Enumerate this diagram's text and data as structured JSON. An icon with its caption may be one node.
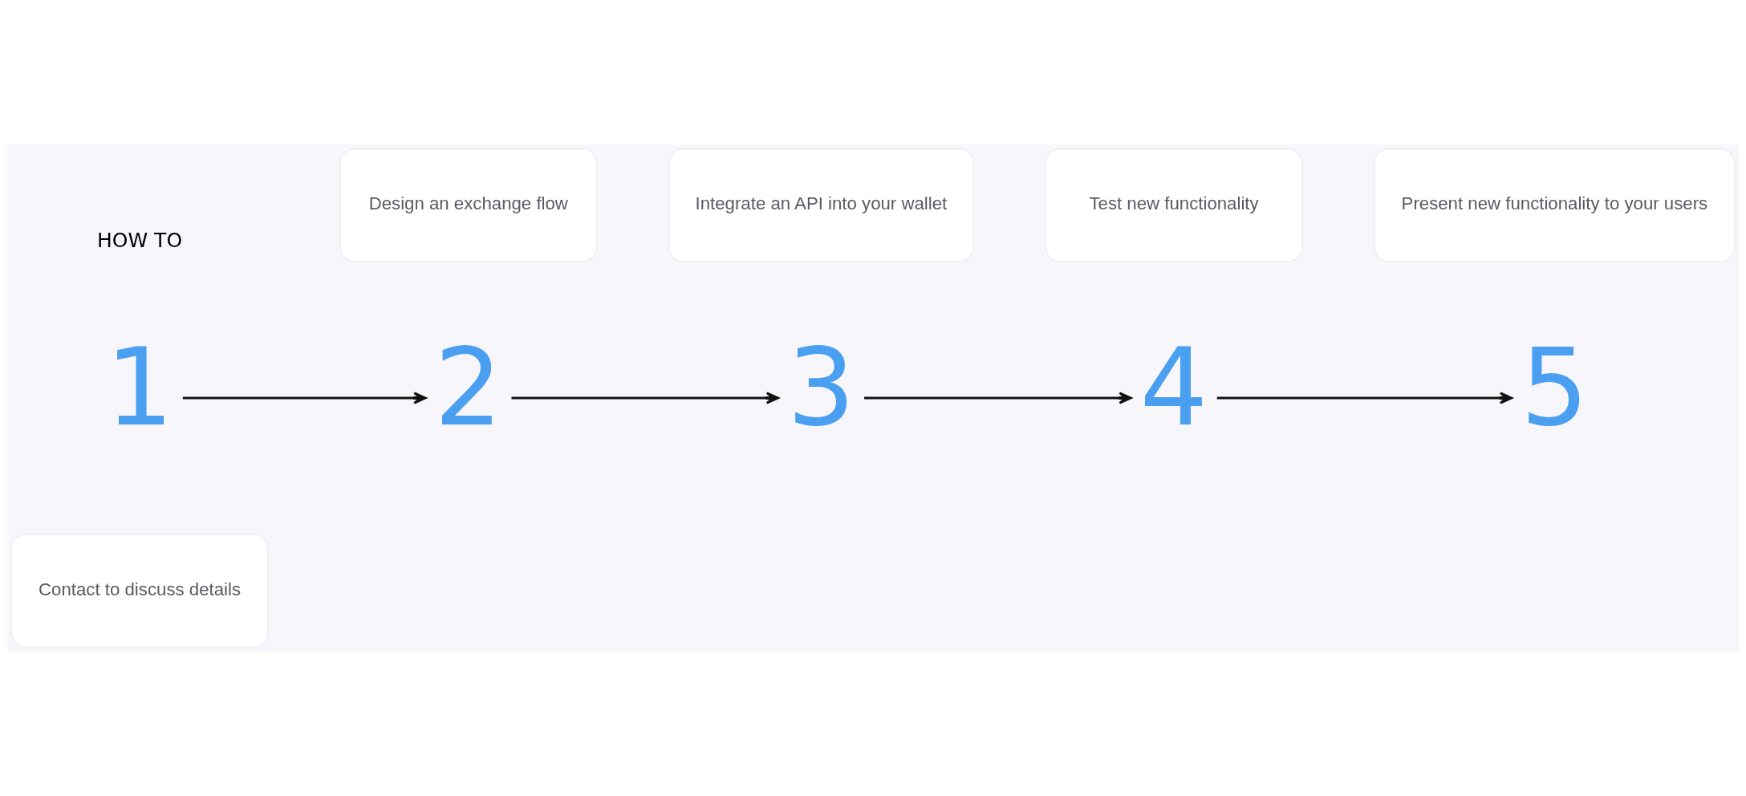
{
  "diagram": {
    "nodes": [
      {
        "text": [
          "Contact to discuss details"
        ]
      },
      {
        "text": [
          "Integrate an API into your wallet"
        ]
      },
      {
        "text": [
          "Present new functionality to your users"
        ]
      },
      {
        "text": [
          "1"
        ]
      },
      {
        "text": [
          "2"
        ]
      },
      {
        "text": [
          "3"
        ]
      },
      {
        "text": [
          "4"
        ]
      },
      {
        "text": [
          "5"
        ]
      },
      {
        "text": [
          "Design an exchange flow"
        ]
      },
      {
        "text": [
          "Test new functionality"
        ]
      }
    ],
    "edges": [
      {
        "from": 3,
        "to": 4,
        "arrow": "to"
      },
      {
        "from": 4,
        "to": 5,
        "arrow": "to"
      },
      {
        "from": 5,
        "to": 6,
        "arrow": "to"
      },
      {
        "from": 6,
        "to": 7,
        "arrow": "to"
      }
    ],
    "labels": [
      "HOW TO"
    ]
  }
}
